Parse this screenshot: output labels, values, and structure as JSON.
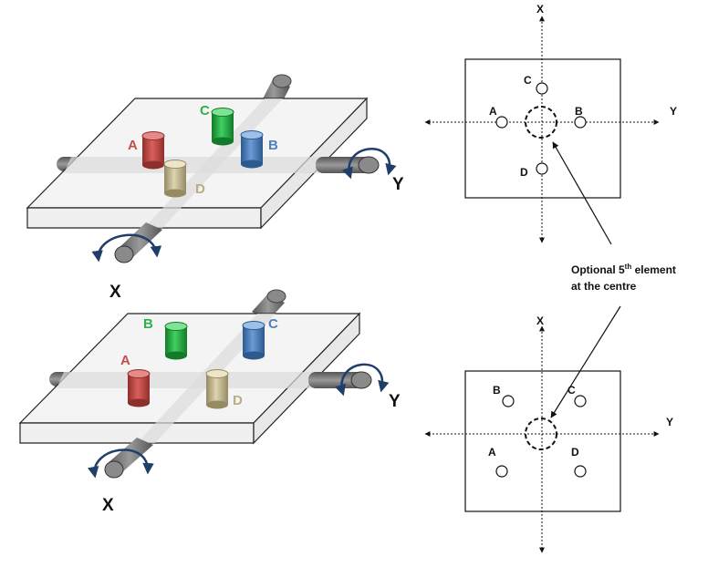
{
  "colors": {
    "red": "#c0504d",
    "red_dark": "#8f2f2c",
    "green": "#2eb04a",
    "green_dark": "#1a7a2f",
    "blue": "#4f81bd",
    "blue_dark": "#2c5a8e",
    "tan": "#c9bf98",
    "tan_dark": "#9a8f68",
    "rod": "#7f7f7f",
    "arrow": "#1f3f6a"
  },
  "top_setup": {
    "element_labels": {
      "a": "A",
      "b": "B",
      "c": "C",
      "d": "D"
    },
    "axis_x": "X",
    "axis_y": "Y"
  },
  "bottom_setup": {
    "element_labels": {
      "a": "A",
      "b": "B",
      "c": "C",
      "d": "D"
    },
    "axis_x": "X",
    "axis_y": "Y"
  },
  "top_plan": {
    "axis_x": "X",
    "axis_y": "Y",
    "element_labels": {
      "a": "A",
      "b": "B",
      "c": "C",
      "d": "D"
    }
  },
  "bottom_plan": {
    "axis_x": "X",
    "axis_y": "Y",
    "element_labels": {
      "a": "A",
      "b": "B",
      "c": "C",
      "d": "D"
    }
  },
  "annotation": {
    "line1_before": "Optional 5",
    "line1_sup": "th",
    "line1_after": " element",
    "line2": "at the centre"
  }
}
